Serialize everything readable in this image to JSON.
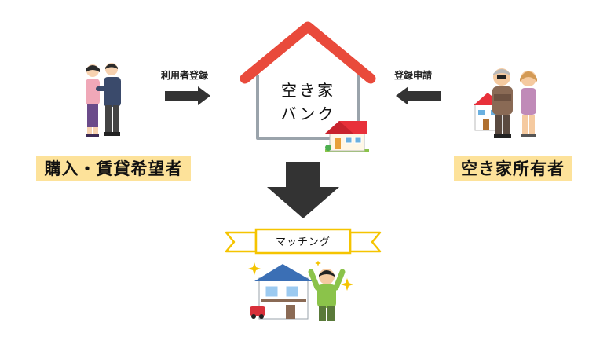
{
  "center": {
    "line1": "空き家",
    "line2": "バンク"
  },
  "left_arrow_label": "利用者登録",
  "right_arrow_label": "登録申請",
  "buyer_label": "購入・賃貸希望者",
  "owner_label": "空き家所有者",
  "matching_label": "マッチング",
  "colors": {
    "roof": "#e94a3b",
    "label_bg": "#fde29a",
    "arrow": "#333333",
    "ribbon": "#f5c400"
  }
}
